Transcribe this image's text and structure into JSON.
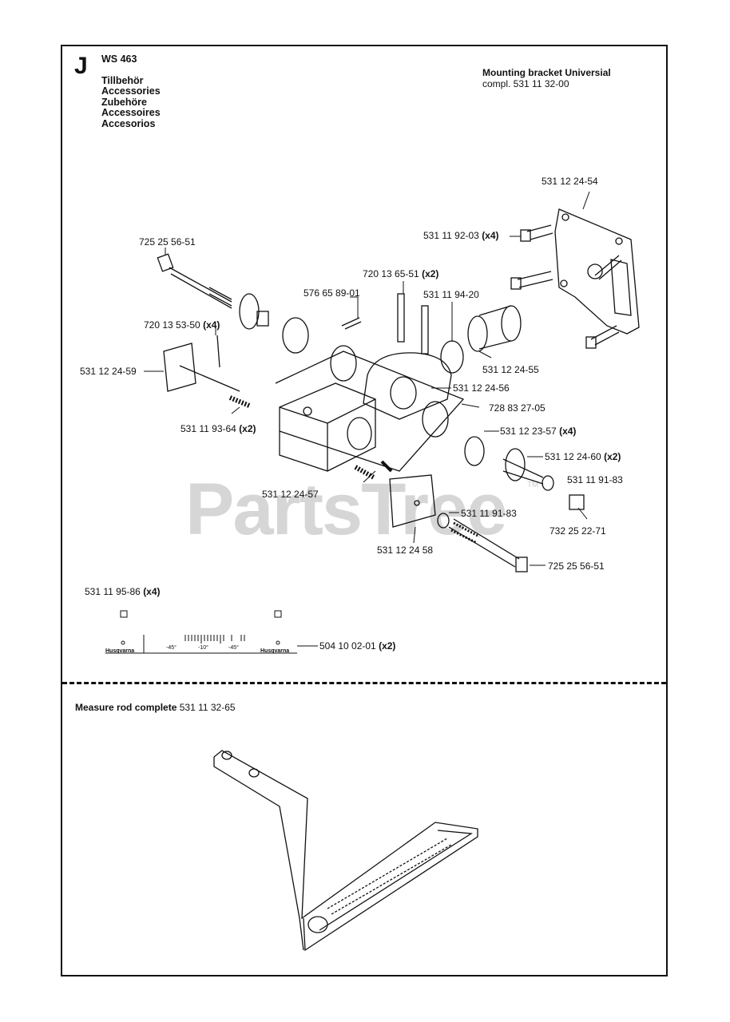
{
  "header": {
    "section_letter": "J",
    "model": "WS 463",
    "titles": [
      "Tillbehör",
      "Accessories",
      "Zubehöre",
      "Accessoires",
      "Accesorios"
    ],
    "assembly_title": "Mounting bracket Universial",
    "assembly_part": "compl. 531 11 32-00"
  },
  "watermark": {
    "text": "PartsTree",
    "tm": "TM"
  },
  "parts": [
    {
      "num": "531 12 24-54",
      "qty": ""
    },
    {
      "num": "531 11 92-03",
      "qty": "(x4)"
    },
    {
      "num": "725 25 56-51",
      "qty": ""
    },
    {
      "num": "720 13 65-51",
      "qty": "(x2)"
    },
    {
      "num": "576 65 89-01",
      "qty": ""
    },
    {
      "num": "531 11 94-20",
      "qty": ""
    },
    {
      "num": "720 13 53-50",
      "qty": "(x4)"
    },
    {
      "num": "531 12 24-55",
      "qty": ""
    },
    {
      "num": "531 12 24-59",
      "qty": ""
    },
    {
      "num": "531 12 24-56",
      "qty": ""
    },
    {
      "num": "728 83 27-05",
      "qty": ""
    },
    {
      "num": "531 11 93-64",
      "qty": "(x2)"
    },
    {
      "num": "531 12 23-57",
      "qty": "(x4)"
    },
    {
      "num": "531 12 24-60",
      "qty": "(x2)"
    },
    {
      "num": "531 11 91-83",
      "qty": ""
    },
    {
      "num": "531 12 24-57",
      "qty": ""
    },
    {
      "num": "531 11 91-83",
      "qty": ""
    },
    {
      "num": "732 25 22-71",
      "qty": ""
    },
    {
      "num": "531 12 24 58",
      "qty": ""
    },
    {
      "num": "725 25 56-51",
      "qty": ""
    },
    {
      "num": "531 11 95-86",
      "qty": "(x4)"
    },
    {
      "num": "504 10 02-01",
      "qty": "(x2)"
    }
  ],
  "scale_label": {
    "brand_left": "Husqvarna",
    "brand_right": "Husqvarna",
    "marks": [
      "-45°",
      "-10°",
      "-45°"
    ]
  },
  "measure_rod": {
    "label": "Measure rod complete",
    "part": "531 11 32-65"
  }
}
